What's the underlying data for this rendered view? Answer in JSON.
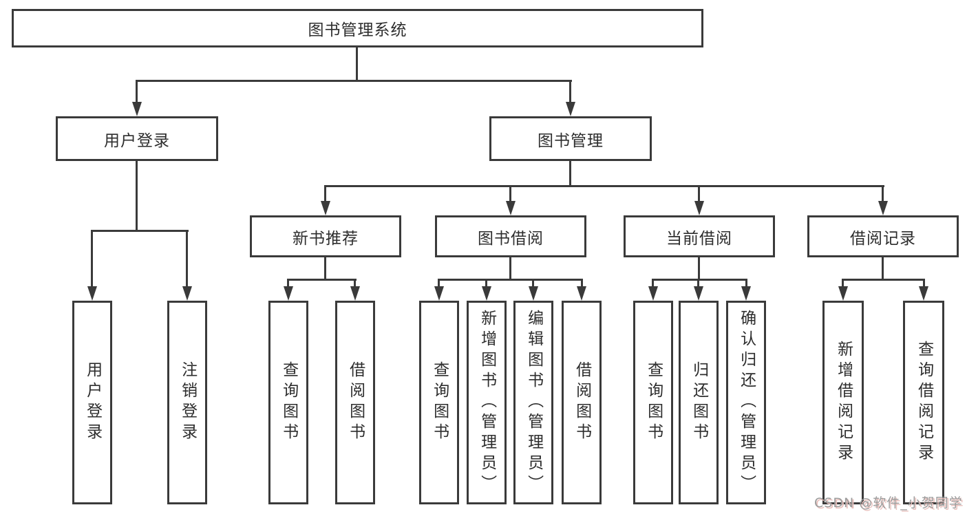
{
  "tree": {
    "root": "图书管理系统",
    "branches": [
      {
        "label": "用户登录",
        "children": [
          "用户登录",
          "注销登录"
        ]
      },
      {
        "label": "图书管理",
        "sections": [
          {
            "label": "新书推荐",
            "children": [
              "查询图书",
              "借阅图书"
            ]
          },
          {
            "label": "图书借阅",
            "children": [
              "查询图书",
              "新增图书（管理员）",
              "编辑图书（管理员）",
              "借阅图书"
            ]
          },
          {
            "label": "当前借阅",
            "children": [
              "查询图书",
              "归还图书",
              "确认归还（管理员）"
            ]
          },
          {
            "label": "借阅记录",
            "children": [
              "新增借阅记录",
              "查询借阅记录"
            ]
          }
        ]
      }
    ]
  },
  "watermark": "CSDN @软件_小贺同学",
  "colors": {
    "line": "#3a3a3a",
    "text": "#2d2d2d",
    "watermark_gray": "#9c9c9c",
    "watermark_shadow": "#e9c0bc",
    "background": "#ffffff"
  }
}
